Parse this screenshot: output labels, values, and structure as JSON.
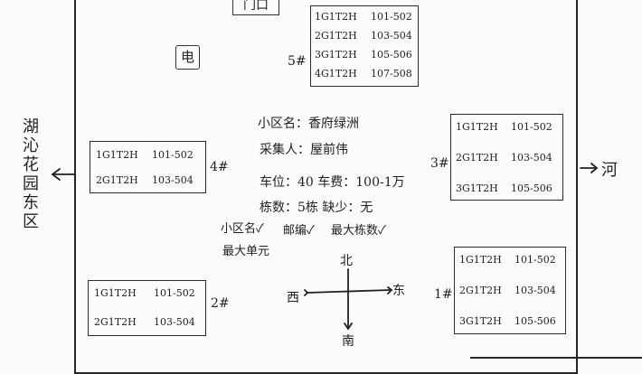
{
  "gate": "门口",
  "electric": "电",
  "info": {
    "community": "小区名：香府绿洲",
    "collector": "采集人：屋前伟",
    "parking": "车位：40 车费：100-1万",
    "buildings": "栋数：5栋  缺少：无"
  },
  "checklist": [
    "小区名✓",
    "邮编✓",
    "最大栋数✓",
    "最大单元"
  ],
  "compass": {
    "north": "北",
    "south": "南",
    "east": "东",
    "west": "西"
  },
  "sides": {
    "left": "湖沁花园东区",
    "right": "河"
  },
  "buildings": [
    {
      "label": "5#",
      "rows": [
        {
          "unit": "1G1T2H",
          "rooms": "101-502"
        },
        {
          "unit": "2G1T2H",
          "rooms": "103-504"
        },
        {
          "unit": "3G1T2H",
          "rooms": "105-506"
        },
        {
          "unit": "4G1T2H",
          "rooms": "107-508"
        }
      ]
    },
    {
      "label": "4#",
      "rows": [
        {
          "unit": "1G1T2H",
          "rooms": "101-502"
        },
        {
          "unit": "2G1T2H",
          "rooms": "103-504"
        }
      ]
    },
    {
      "label": "3#",
      "rows": [
        {
          "unit": "1G1T2H",
          "rooms": "101-502"
        },
        {
          "unit": "2G1T2H",
          "rooms": "103-504"
        },
        {
          "unit": "3G1T2H",
          "rooms": "105-506"
        }
      ]
    },
    {
      "label": "2#",
      "rows": [
        {
          "unit": "1G1T2H",
          "rooms": "101-502"
        },
        {
          "unit": "2G1T2H",
          "rooms": "103-504"
        }
      ]
    },
    {
      "label": "1#",
      "rows": [
        {
          "unit": "1G1T2H",
          "rooms": "101-502"
        },
        {
          "unit": "2G1T2H",
          "rooms": "103-504"
        },
        {
          "unit": "3G1T2H",
          "rooms": "105-506"
        }
      ]
    }
  ]
}
